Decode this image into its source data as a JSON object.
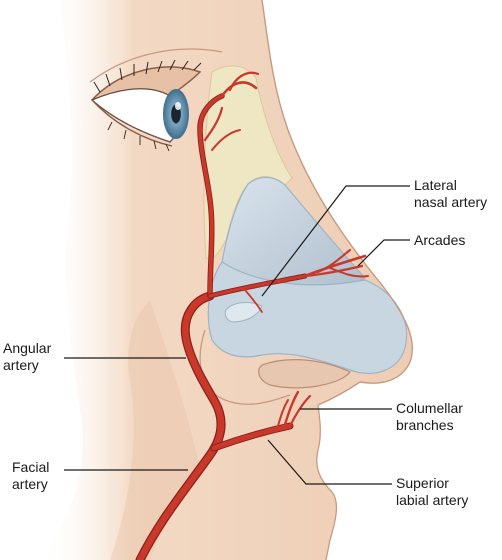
{
  "labels": {
    "lateral_nasal_artery": [
      "Lateral",
      "nasal artery"
    ],
    "arcades": [
      "Arcades"
    ],
    "angular_artery": [
      "Angular",
      "artery"
    ],
    "columellar_branches": [
      "Columellar",
      "branches"
    ],
    "facial_artery": [
      "Facial",
      "artery"
    ],
    "superior_labial_artery": [
      "Superior",
      "labial artery"
    ]
  },
  "colors": {
    "skin": "#f3d9c4",
    "skin_shadow": "#e2b79a",
    "bone": "#efe6c4",
    "cartilage": "#c8d6e2",
    "cartilage_edge": "#9fb3c4",
    "artery": "#c8392b",
    "artery_dark": "#8e1f17",
    "leader_line": "#1a1a1a",
    "iris": "#5c8fae"
  },
  "icons": {
    "eye": "eye-illustration",
    "nose": "nose-profile-illustration"
  }
}
